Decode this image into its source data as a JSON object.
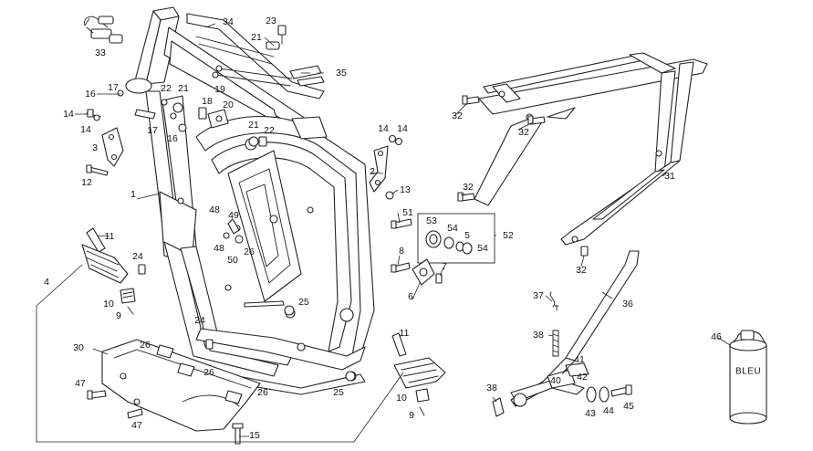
{
  "diagram": {
    "callouts": [
      {
        "id": "c1",
        "text": "1"
      },
      {
        "id": "c2",
        "text": "2"
      },
      {
        "id": "c3",
        "text": "3"
      },
      {
        "id": "c4",
        "text": "4"
      },
      {
        "id": "c5",
        "text": "5"
      },
      {
        "id": "c6",
        "text": "6"
      },
      {
        "id": "c7",
        "text": "7"
      },
      {
        "id": "c8",
        "text": "8"
      },
      {
        "id": "c9a",
        "text": "9"
      },
      {
        "id": "c9b",
        "text": "9"
      },
      {
        "id": "c10a",
        "text": "10"
      },
      {
        "id": "c10b",
        "text": "10"
      },
      {
        "id": "c11a",
        "text": "11"
      },
      {
        "id": "c11b",
        "text": "11"
      },
      {
        "id": "c12",
        "text": "12"
      },
      {
        "id": "c13",
        "text": "13"
      },
      {
        "id": "c14a",
        "text": "14"
      },
      {
        "id": "c14b",
        "text": "14"
      },
      {
        "id": "c14c",
        "text": "14"
      },
      {
        "id": "c14d",
        "text": "14"
      },
      {
        "id": "c15",
        "text": "15"
      },
      {
        "id": "c16a",
        "text": "16"
      },
      {
        "id": "c16b",
        "text": "16"
      },
      {
        "id": "c17a",
        "text": "17"
      },
      {
        "id": "c17b",
        "text": "17"
      },
      {
        "id": "c18",
        "text": "18"
      },
      {
        "id": "c19",
        "text": "19"
      },
      {
        "id": "c20",
        "text": "20"
      },
      {
        "id": "c21a",
        "text": "21"
      },
      {
        "id": "c21b",
        "text": "21"
      },
      {
        "id": "c21c",
        "text": "21"
      },
      {
        "id": "c22a",
        "text": "22"
      },
      {
        "id": "c22b",
        "text": "22"
      },
      {
        "id": "c23",
        "text": "23"
      },
      {
        "id": "c24a",
        "text": "24"
      },
      {
        "id": "c24b",
        "text": "24"
      },
      {
        "id": "c25a",
        "text": "25"
      },
      {
        "id": "c25b",
        "text": "25"
      },
      {
        "id": "c26a",
        "text": "26"
      },
      {
        "id": "c26b",
        "text": "26"
      },
      {
        "id": "c26c",
        "text": "26"
      },
      {
        "id": "c26d",
        "text": "26"
      },
      {
        "id": "c30",
        "text": "30"
      },
      {
        "id": "c31",
        "text": "31"
      },
      {
        "id": "c32a",
        "text": "32"
      },
      {
        "id": "c32b",
        "text": "32"
      },
      {
        "id": "c32c",
        "text": "32"
      },
      {
        "id": "c32d",
        "text": "32"
      },
      {
        "id": "c33",
        "text": "33"
      },
      {
        "id": "c34",
        "text": "34"
      },
      {
        "id": "c35",
        "text": "35"
      },
      {
        "id": "c36",
        "text": "36"
      },
      {
        "id": "c37",
        "text": "37"
      },
      {
        "id": "c38a",
        "text": "38"
      },
      {
        "id": "c38b",
        "text": "38"
      },
      {
        "id": "c40",
        "text": "40"
      },
      {
        "id": "c41",
        "text": "41"
      },
      {
        "id": "c42",
        "text": "42"
      },
      {
        "id": "c43",
        "text": "43"
      },
      {
        "id": "c44",
        "text": "44"
      },
      {
        "id": "c45",
        "text": "45"
      },
      {
        "id": "c46",
        "text": "46"
      },
      {
        "id": "c47a",
        "text": "47"
      },
      {
        "id": "c47b",
        "text": "47"
      },
      {
        "id": "c48a",
        "text": "48"
      },
      {
        "id": "c48b",
        "text": "48"
      },
      {
        "id": "c49",
        "text": "49"
      },
      {
        "id": "c50",
        "text": "50"
      },
      {
        "id": "c51",
        "text": "51"
      },
      {
        "id": "c52",
        "text": "52"
      },
      {
        "id": "c53",
        "text": "53"
      },
      {
        "id": "c54a",
        "text": "54"
      },
      {
        "id": "c54b",
        "text": "54"
      }
    ],
    "paint_can_label": "BLEU"
  }
}
